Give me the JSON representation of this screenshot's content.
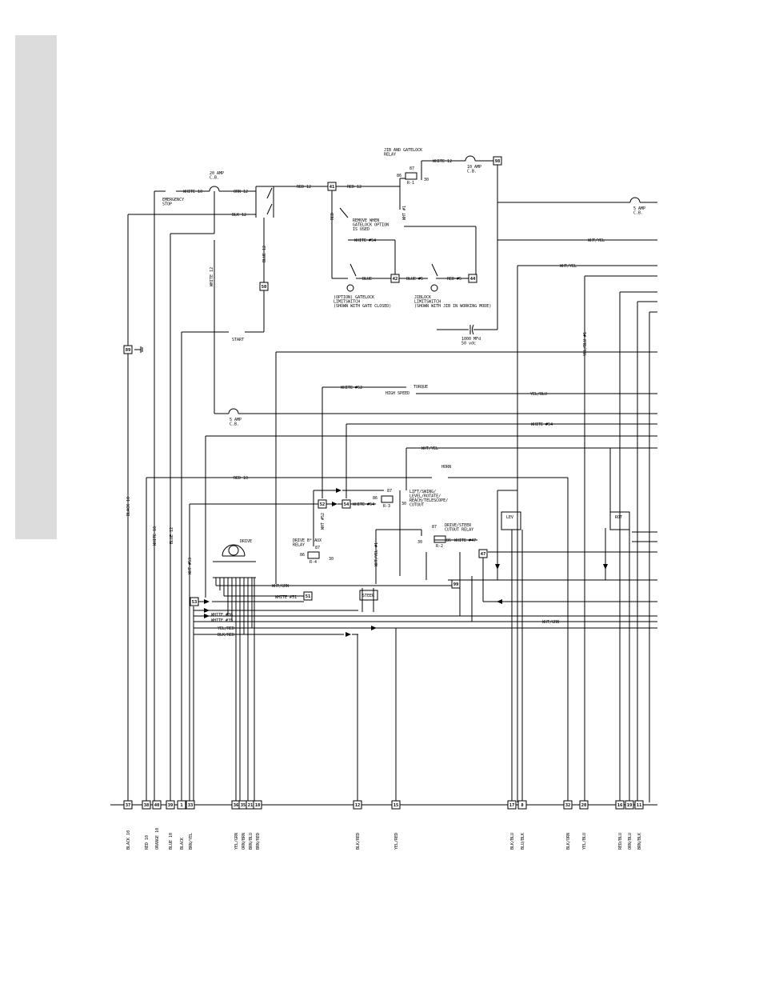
{
  "diagram": {
    "components": {
      "emergency_stop": "EMERGENCY\nSTOP",
      "cb_20amp": "20 AMP\nC.B.",
      "cb_10amp": "10 AMP\nC.B.",
      "cb_5amp_right": "5 AMP\nC.B.",
      "cb_5amp_left": "5 AMP\nC.B.",
      "jib_relay": "JIB AND GATELOCK\nRELAY",
      "remove_note": "REMOVE WHEN\nGATELOCK OPTION\nIS USED",
      "gatelock_switch": "(OPTION) GATELOCK\nLIMITSWITCH\n(SHOWN WITH GATE CLOSED)",
      "jiblock_switch": "JIBLOCK\nLIMITSWITCH\n(SHOWN WITH JIB IN WORKING MODE)",
      "capacitor": "1000 MFd\n50 vdc",
      "start": "START",
      "torque": "TORQUE",
      "high_speed": "HIGH SPEED",
      "horn": "HORN",
      "lift_relay": "LIFT/SWING/\nLEVEL/ROTATE/\nREACH/TELESCOPE/\nCUTOUT",
      "drive_steer_relay": "DRIVE/STEER\nCUTOUT RELAY",
      "drive_aux_relay": "DRIVE B* AUX\nRELAY",
      "drive": "DRIVE",
      "steer": "STEER",
      "lev": "LEV",
      "rot": "ROT"
    },
    "wire_labels": {
      "white10": "WHITE 10",
      "orn12": "ORN 12",
      "blk12": "BLK 12",
      "red12a": "RED 12",
      "red12b": "RED 12",
      "white12_top": "WHITE 12",
      "white12_side": "WHITE 12",
      "blue12": "BLUE 12",
      "red_v": "RED",
      "wht1": "WHT #1",
      "white54": "WHITE #54",
      "blue": "BLUE",
      "blue5": "BLUE #5",
      "red5": "RED #5",
      "whtyel1": "WHT/YEL",
      "whtyel2": "WHT/YEL",
      "whtyel3": "WHT/YEL",
      "yelblu1": "YEL/BLU #1",
      "white52": "WHITE #52",
      "yelblu": "YEL/BLU",
      "white54b": "WHITE #54",
      "red10": "RED 10",
      "white54c": "WHITE #54",
      "wht52": "WHT #52",
      "whtyel_v": "WHT/YEL #1",
      "white47": "WHITE #47",
      "whtgrn1": "WHT/GRN",
      "white51": "WHITE #51",
      "white36": "WHITE #36",
      "white35": "WHITE #35",
      "yelred": "YEL/RED",
      "blkred": "BLK/RED",
      "whtgrn2": "WHT/GRN",
      "black10": "BLACK 10",
      "white10v": "WHITE 10",
      "blue12v": "BLUE 12",
      "wht53": "WHT #53"
    },
    "terminals": {
      "t89": "89",
      "t41": "41",
      "t98": "98",
      "t50": "50",
      "t42": "42",
      "t44": "44",
      "t52": "52",
      "t54": "54",
      "t51": "51",
      "t53": "53",
      "t47": "47",
      "t99": "99",
      "relay_r1": "R-1",
      "relay_r2": "R-2",
      "relay_r3": "R-3",
      "relay_r4": "R-4",
      "p86a": "86",
      "p87a": "87",
      "p30a": "30",
      "p86b": "86",
      "p87b": "87",
      "p30b": "30",
      "p87c": "87",
      "p86c": "86",
      "p30c": "30",
      "p86d": "86",
      "p87d": "87",
      "p30d": "30"
    },
    "bottom_terminals": [
      {
        "num": "37",
        "label": "BLACK 10"
      },
      {
        "num": "38",
        "label": "RED 10"
      },
      {
        "num": "40",
        "label": "ORANGE 10"
      },
      {
        "num": "39",
        "label": "BLUE 10"
      },
      {
        "num": "1",
        "label": "BLACK"
      },
      {
        "num": "33",
        "label": "BRN/YEL"
      },
      {
        "num": "36",
        "label": "YEL/GRN"
      },
      {
        "num": "35",
        "label": "ORN/BRN"
      },
      {
        "num": "21",
        "label": "BRN/BLU"
      },
      {
        "num": "18",
        "label": "BRN/RED"
      },
      {
        "num": "12",
        "label": "BLK/RED"
      },
      {
        "num": "15",
        "label": "YEL/RED"
      },
      {
        "num": "17",
        "label": "BLK/BLU"
      },
      {
        "num": "8",
        "label": "BLU/BLK"
      },
      {
        "num": "32",
        "label": "BLK/ORN"
      },
      {
        "num": "20",
        "label": "YEL/BLU"
      },
      {
        "num": "16",
        "label": "RED/BLU"
      },
      {
        "num": "19",
        "label": "ORN/BLU"
      },
      {
        "num": "11",
        "label": "BRN/BLK"
      }
    ]
  }
}
